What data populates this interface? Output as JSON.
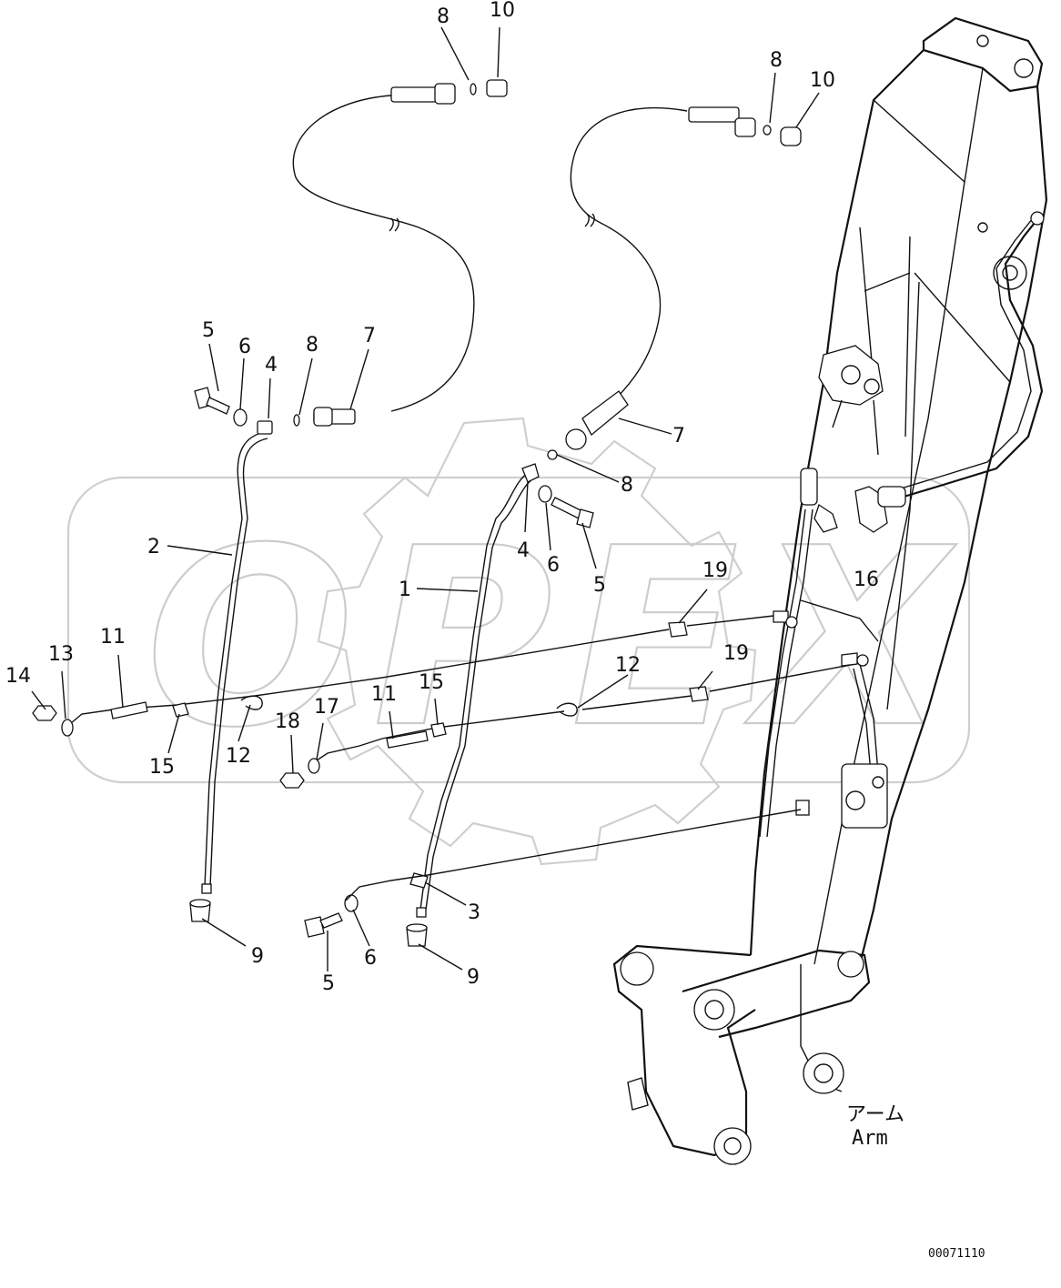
{
  "part_labels": {
    "p8a": "8",
    "p10a": "10",
    "p8b": "8",
    "p10b": "10",
    "p5a": "5",
    "p6a": "6",
    "p4a": "4",
    "p8c": "8",
    "p7a": "7",
    "p7b": "7",
    "p8d": "8",
    "p4b": "4",
    "p6b": "6",
    "p5b": "5",
    "p2": "2",
    "p1": "1",
    "p19a": "19",
    "p16": "16",
    "p19b": "19",
    "p14": "14",
    "p13": "13",
    "p11a": "11",
    "p15a": "15",
    "p12a": "12",
    "p18": "18",
    "p17": "17",
    "p11b": "11",
    "p15b": "15",
    "p12b": "12",
    "p3": "3",
    "p9a": "9",
    "p9b": "9",
    "p5c": "5",
    "p6c": "6"
  },
  "arm_label": {
    "jp": "アーム",
    "en": "Arm"
  },
  "watermark": "OPEX",
  "document_id": "00071110"
}
